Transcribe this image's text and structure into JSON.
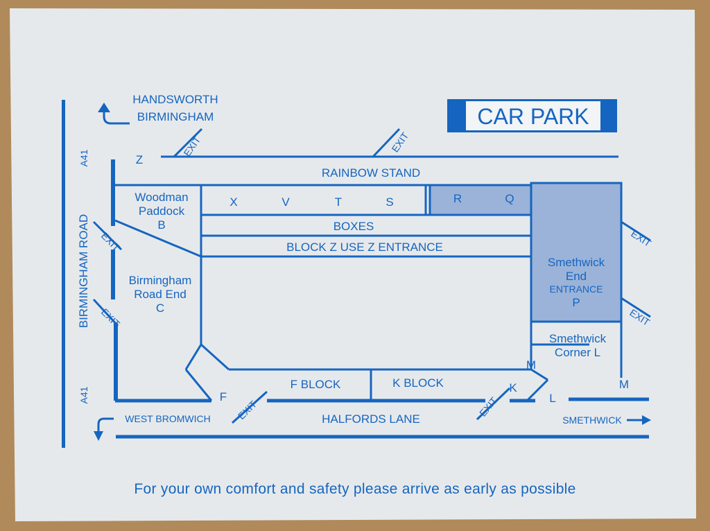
{
  "map": {
    "title": "CAR PARK",
    "directions": {
      "north": "HANDSWORTH",
      "north2": "BIRMINGHAM",
      "west": "WEST BROMWICH",
      "east": "SMETHWICK"
    },
    "roads": {
      "west_road": "BIRMINGHAM ROAD",
      "a41_top": "A41",
      "a41_bottom": "A41",
      "south_road": "HALFORDS LANE"
    },
    "stands": {
      "rainbow": "RAINBOW STAND",
      "boxes": "BOXES",
      "block_z": "BLOCK Z USE Z ENTRANCE",
      "woodman_1": "Woodman",
      "woodman_2": "Paddock",
      "woodman_3": "B",
      "brum_1": "Birmingham",
      "brum_2": "Road End",
      "brum_3": "C",
      "smeth_end_1": "Smethwick",
      "smeth_end_2": "End",
      "smeth_end_3": "ENTRANCE",
      "smeth_end_4": "P",
      "smeth_corner_1": "Smethwick",
      "smeth_corner_2": "Corner L",
      "f_block": "F BLOCK",
      "k_block": "K BLOCK"
    },
    "blocks": [
      "X",
      "V",
      "T",
      "S",
      "R",
      "Q"
    ],
    "entrances": {
      "z": "Z",
      "f": "F",
      "k": "K",
      "l": "L",
      "m_inner": "M",
      "m_outer": "M"
    },
    "exit_label": "EXIT",
    "colors": {
      "ink": "#1565c0",
      "shade": "#9bb3d9",
      "paper": "#e6e9ec"
    }
  },
  "footer": "For your own comfort and safety please arrive as early as possible"
}
